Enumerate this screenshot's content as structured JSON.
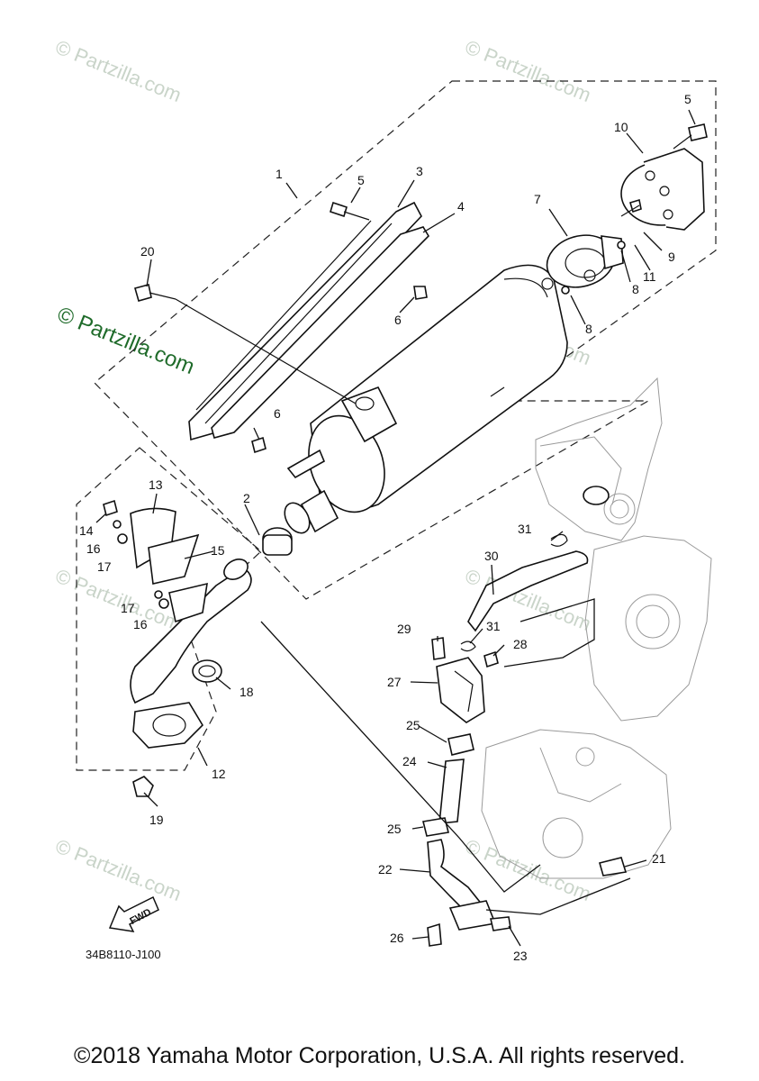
{
  "watermarks": {
    "faint": "© Partzilla.com",
    "strong": "© Partzilla.com"
  },
  "callouts": [
    {
      "id": "c1",
      "text": "1"
    },
    {
      "id": "c2",
      "text": "2"
    },
    {
      "id": "c3",
      "text": "3"
    },
    {
      "id": "c4",
      "text": "4"
    },
    {
      "id": "c5a",
      "text": "5"
    },
    {
      "id": "c5b",
      "text": "5"
    },
    {
      "id": "c6a",
      "text": "6"
    },
    {
      "id": "c6b",
      "text": "6"
    },
    {
      "id": "c7",
      "text": "7"
    },
    {
      "id": "c8a",
      "text": "8"
    },
    {
      "id": "c8b",
      "text": "8"
    },
    {
      "id": "c9",
      "text": "9"
    },
    {
      "id": "c10",
      "text": "10"
    },
    {
      "id": "c11",
      "text": "11"
    },
    {
      "id": "c12",
      "text": "12"
    },
    {
      "id": "c13",
      "text": "13"
    },
    {
      "id": "c14",
      "text": "14"
    },
    {
      "id": "c15",
      "text": "15"
    },
    {
      "id": "c16a",
      "text": "16"
    },
    {
      "id": "c16b",
      "text": "16"
    },
    {
      "id": "c17a",
      "text": "17"
    },
    {
      "id": "c17b",
      "text": "17"
    },
    {
      "id": "c18",
      "text": "18"
    },
    {
      "id": "c19",
      "text": "19"
    },
    {
      "id": "c20",
      "text": "20"
    },
    {
      "id": "c21",
      "text": "21"
    },
    {
      "id": "c22",
      "text": "22"
    },
    {
      "id": "c23",
      "text": "23"
    },
    {
      "id": "c24",
      "text": "24"
    },
    {
      "id": "c25a",
      "text": "25"
    },
    {
      "id": "c25b",
      "text": "25"
    },
    {
      "id": "c26",
      "text": "26"
    },
    {
      "id": "c27",
      "text": "27"
    },
    {
      "id": "c28",
      "text": "28"
    },
    {
      "id": "c29",
      "text": "29"
    },
    {
      "id": "c30",
      "text": "30"
    },
    {
      "id": "c31a",
      "text": "31"
    },
    {
      "id": "c31b",
      "text": "31"
    }
  ],
  "fwd_label": "FWD",
  "diagram_code": "34B8110-J100",
  "copyright": "©2018 Yamaha Motor Corporation, U.S.A. All rights reserved.",
  "colors": {
    "line": "#111111",
    "watermark": "#c9d4c9",
    "watermark_strong": "#1f6b2a"
  }
}
